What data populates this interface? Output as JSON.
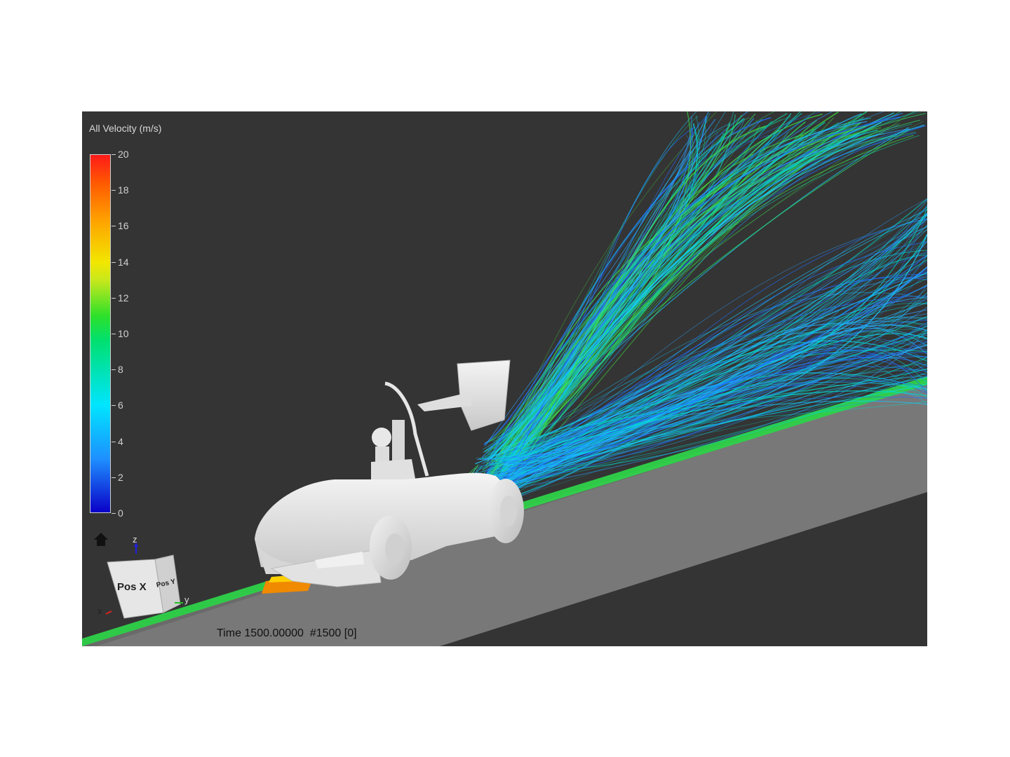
{
  "legend": {
    "title": "All Velocity (m/s)",
    "ticks": [
      "20",
      "18",
      "16",
      "14",
      "12",
      "10",
      "8",
      "6",
      "4",
      "2",
      "0"
    ],
    "colors": [
      "#0a00c8",
      "#1e90ff",
      "#00e5ff",
      "#00e070",
      "#c8e81c",
      "#f2e600",
      "#ffa000",
      "#ff1a1a"
    ]
  },
  "axes": {
    "face_x": "Pos X",
    "face_y": "Pos Y",
    "z_label": "z",
    "y_label": "y",
    "x_label": "x"
  },
  "status": {
    "time": "Time 1500.00000  #1500 [0]"
  },
  "icons": {
    "home": "home-icon"
  },
  "colors": {
    "background": "#343434",
    "ground": "#787878",
    "car": "#e6e6e6"
  }
}
